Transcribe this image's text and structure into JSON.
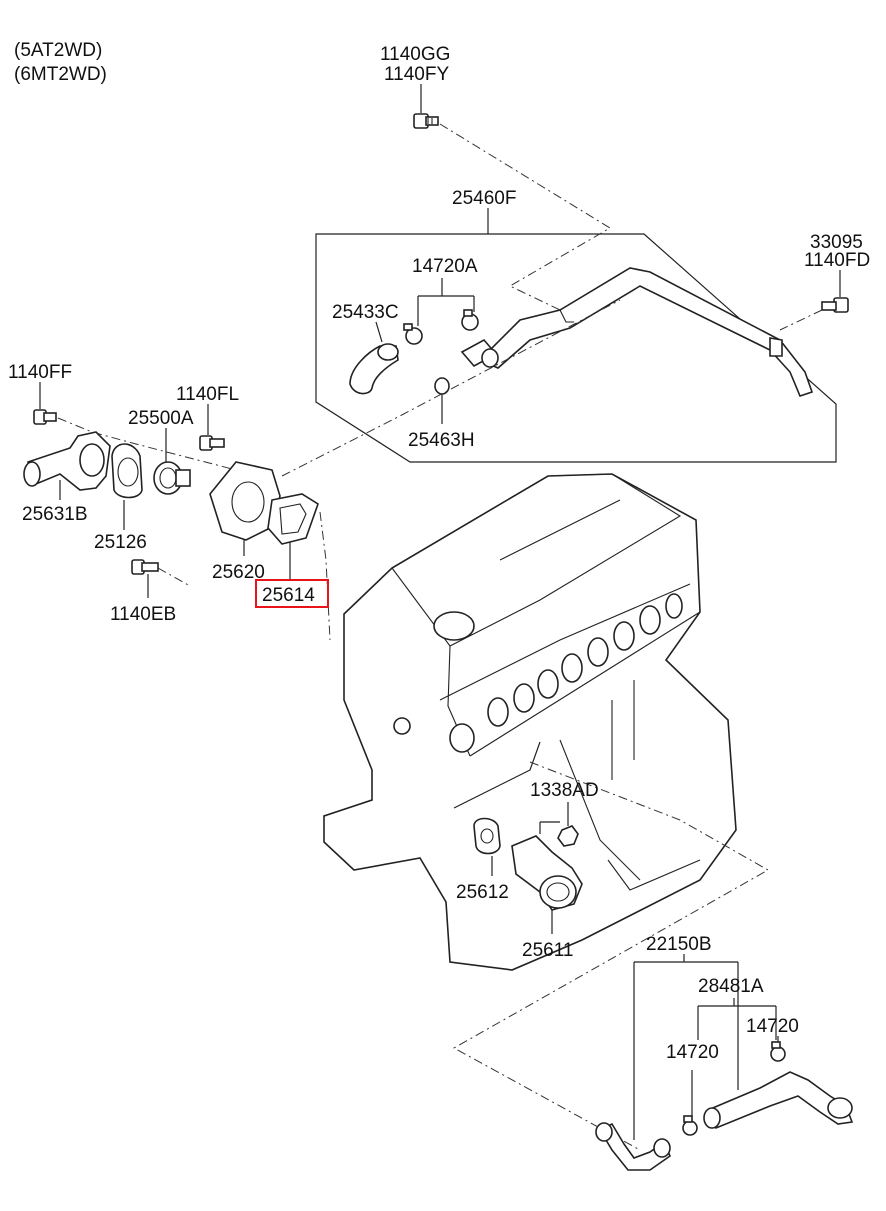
{
  "header": {
    "variant_1": "(5AT2WD)",
    "variant_2": "(6MT2WD)"
  },
  "labels": {
    "bolt_1140GG": "1140GG",
    "bolt_1140FY": "1140FY",
    "pipe_25460F": "25460F",
    "bolt_33095": "33095",
    "bolt_1140FD": "1140FD",
    "clamp_14720A": "14720A",
    "hose_25433C": "25433C",
    "oring_25463H": "25463H",
    "bolt_1140FF": "1140FF",
    "bolt_1140FL": "1140FL",
    "thermostat_25500A": "25500A",
    "housing_25631B": "25631B",
    "gasket_25126": "25126",
    "bolt_1140EB": "1140EB",
    "housing_25620": "25620",
    "gasket_25614": "25614",
    "nut_1338AD": "1338AD",
    "gasket_25612": "25612",
    "fitting_25611": "25611",
    "hose_22150B": "22150B",
    "hose_28481A": "28481A",
    "clamp_14720_upper": "14720",
    "clamp_14720_lower": "14720"
  },
  "highlight": {
    "part": "25614",
    "color": "#e8141a"
  }
}
